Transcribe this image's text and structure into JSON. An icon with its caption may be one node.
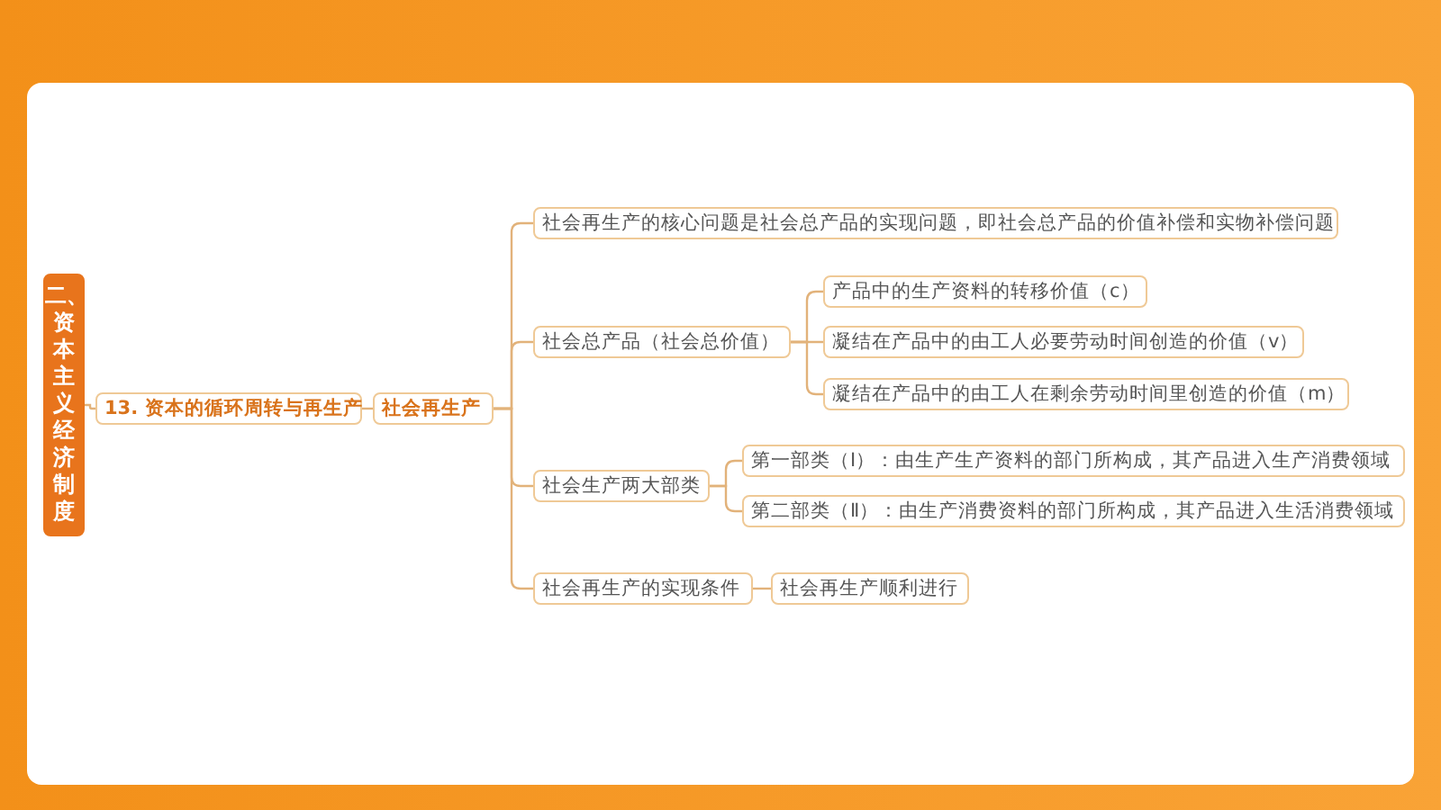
{
  "diagram": {
    "nodes": [
      {
        "text": [
          "二、资本主义经济制度"
        ]
      },
      {
        "text": [
          "13. 资本的循环周转与再生产"
        ]
      },
      {
        "text": [
          "社会再生产"
        ]
      },
      {
        "text": [
          "社会再生产的核心问题是社会总产品的实现问题，即社会总产品的价值补偿和实物补偿问题"
        ]
      },
      {
        "text": [
          "社会总产品（社会总价值）"
        ]
      },
      {
        "text": [
          "产品中的生产资料的转移价值（c）"
        ]
      },
      {
        "text": [
          "凝结在产品中的由工人必要劳动时间创造的价值（v）"
        ]
      },
      {
        "text": [
          "凝结在产品中的由工人在剩余劳动时间里创造的价值（m）"
        ]
      },
      {
        "text": [
          "社会生产两大部类"
        ]
      },
      {
        "text": [
          "第一部类（Ⅰ）：由生产生产资料的部门所构成，其产品进入生产消费领域"
        ]
      },
      {
        "text": [
          "第二部类（Ⅱ）：由生产消费资料的部门所构成，其产品进入生活消费领域"
        ]
      },
      {
        "text": [
          "社会再生产的实现条件"
        ]
      },
      {
        "text": [
          "社会再生产顺利进行"
        ]
      }
    ],
    "edges": [
      {
        "from": 0,
        "to": 1,
        "arrow": "none"
      },
      {
        "from": 1,
        "to": 2,
        "arrow": "none"
      },
      {
        "from": 2,
        "to": 3,
        "arrow": "none"
      },
      {
        "from": 2,
        "to": 4,
        "arrow": "none"
      },
      {
        "from": 2,
        "to": 8,
        "arrow": "none"
      },
      {
        "from": 2,
        "to": 11,
        "arrow": "none"
      },
      {
        "from": 4,
        "to": 5,
        "arrow": "none"
      },
      {
        "from": 4,
        "to": 6,
        "arrow": "none"
      },
      {
        "from": 4,
        "to": 7,
        "arrow": "none"
      },
      {
        "from": 8,
        "to": 9,
        "arrow": "none"
      },
      {
        "from": 8,
        "to": 10,
        "arrow": "none"
      },
      {
        "from": 11,
        "to": 12,
        "arrow": "none"
      }
    ]
  }
}
